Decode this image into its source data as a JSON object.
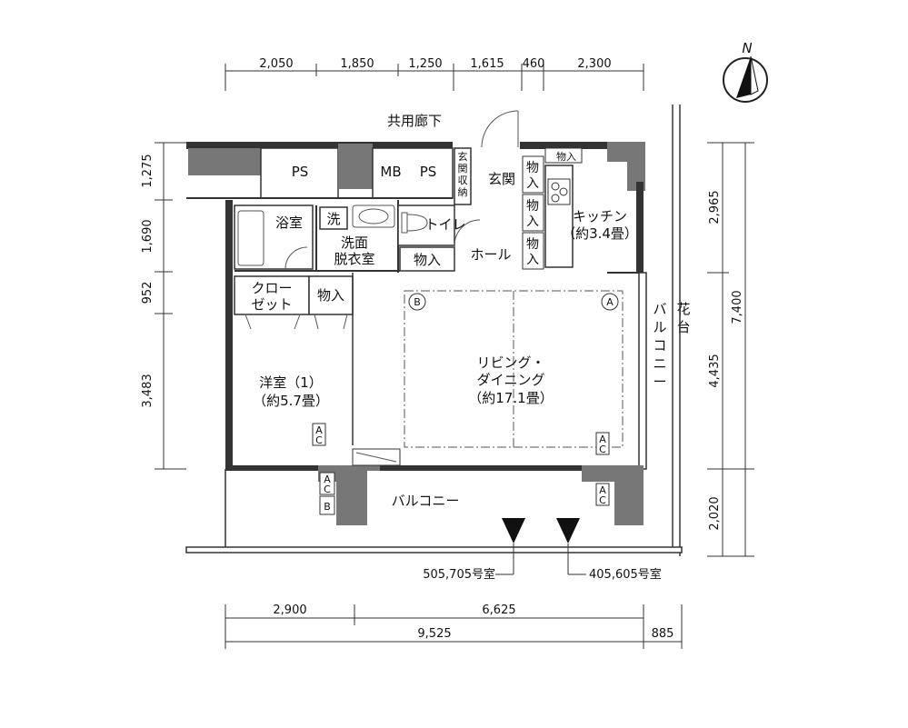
{
  "dimensions": {
    "top": [
      "2,050",
      "1,850",
      "1,250",
      "1,615",
      "460",
      "2,300"
    ],
    "left": [
      "1,275",
      "1,690",
      "952",
      "3,483"
    ],
    "right_inner": [
      "2,965",
      "4,435",
      "2,020"
    ],
    "right_outer": "7,400",
    "bottom_row1": [
      "2,900",
      "6,625"
    ],
    "bottom_total": "9,525",
    "bottom_extra": "885"
  },
  "labels": {
    "corridor": "共用廊下",
    "ps1": "PS",
    "mb": "MB",
    "ps2": "PS",
    "genkan_storage": [
      "玄",
      "関",
      "収",
      "納"
    ],
    "genkan": "玄関",
    "bath": "浴室",
    "washer": "洗",
    "dressing": [
      "洗面",
      "脱衣室"
    ],
    "toilet": "トイレ",
    "storage": "物入",
    "hall": "ホール",
    "closet": [
      "クロー",
      "ゼット"
    ],
    "western_room": [
      "洋室（1）",
      "（約5.7畳）"
    ],
    "kitchen": [
      "キッチン",
      "（約3.4畳）"
    ],
    "living": [
      "リビング・",
      "ダイニング",
      "（約17.1畳）"
    ],
    "balcony_bottom": "バルコニー",
    "balcony_right": [
      "バ",
      "ル",
      "コ",
      "ニ",
      "ー"
    ],
    "flower_bed": [
      "花",
      "台"
    ],
    "ac": [
      "A",
      "C"
    ],
    "b_box": "B",
    "marker_a": "A",
    "marker_b": "B",
    "north": "N"
  },
  "callouts": {
    "unit_left": "505,705号室",
    "unit_right": "405,605号室"
  }
}
